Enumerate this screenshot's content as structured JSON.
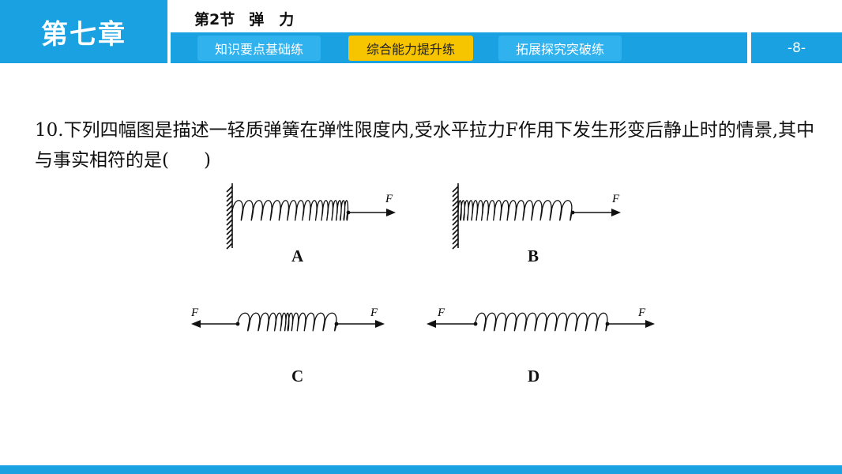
{
  "header": {
    "chapter": "第七章",
    "section_num": "第2节",
    "section_name": "弹　力",
    "tabs": [
      {
        "label": "知识要点基础练",
        "active": false
      },
      {
        "label": "综合能力提升练",
        "active": true
      },
      {
        "label": "拓展探究突破练",
        "active": false
      }
    ],
    "page": "-8-"
  },
  "question": {
    "text": "10.下列四幅图是描述一轻质弹簧在弹性限度内,受水平拉力F作用下发生形变后静止时的情景,其中与事实相符的是(",
    "close": ")"
  },
  "figures": {
    "force_symbol": "F",
    "labels": [
      "A",
      "B",
      "C",
      "D"
    ]
  },
  "colors": {
    "accent": "#1aa1e1",
    "highlight": "#f7c400"
  }
}
